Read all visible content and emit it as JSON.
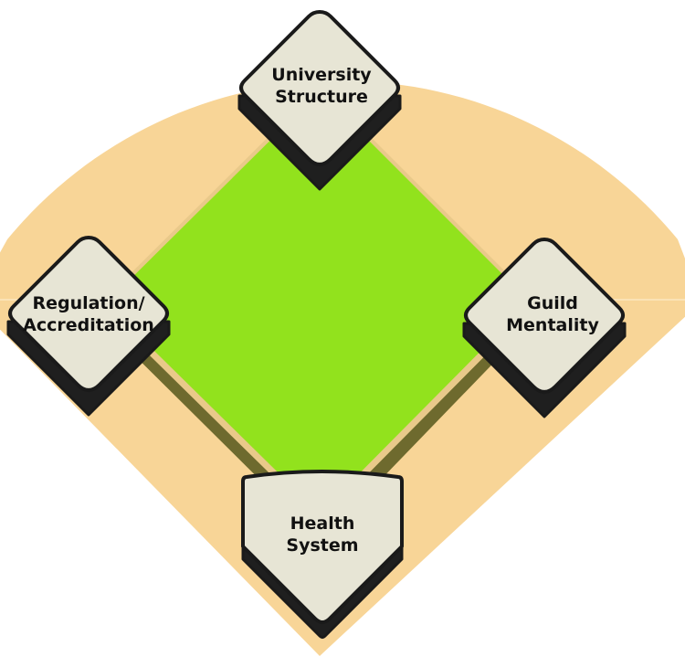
{
  "colors": {
    "outfield": "#F8D597",
    "infield_edge": "#E9C98A",
    "infield_shadow": "#6E6A2E",
    "grass": "#92E21D",
    "base_fill": "#E7E5D5",
    "base_stroke": "#1A1A1A",
    "base_side": "#1F1F1F"
  },
  "bases": {
    "top": {
      "icon": "diamond-base-icon",
      "line1": "University",
      "line2": "Structure"
    },
    "left": {
      "icon": "diamond-base-icon",
      "line1": "Regulation/",
      "line2": "Accreditation"
    },
    "right": {
      "icon": "diamond-base-icon",
      "line1": "Guild",
      "line2": "Mentality"
    },
    "bottom": {
      "icon": "home-plate-icon",
      "line1": "Health",
      "line2": "System"
    }
  }
}
